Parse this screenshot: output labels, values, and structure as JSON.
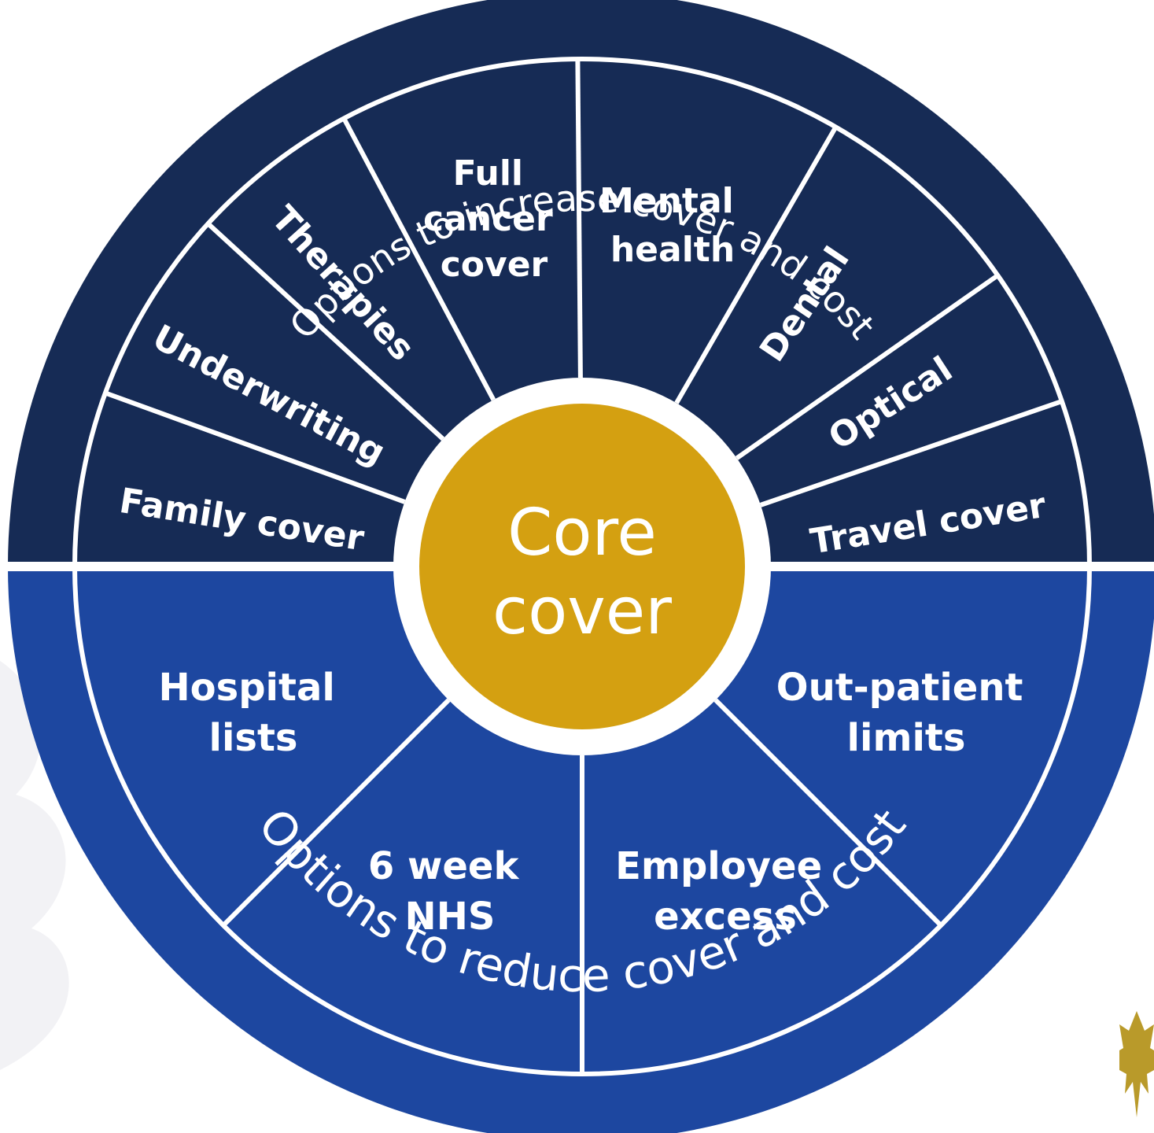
{
  "diagram": {
    "colors": {
      "top_half": "#162b55",
      "bottom_half": "#1d47a0",
      "core": "#d4a011",
      "separator": "#ffffff",
      "background_leaf": "#f1f1f4",
      "logo_leaf": "#b99a2a"
    },
    "ring_labels": {
      "top": "Options to increase cover and cost",
      "bottom": "Options to reduce cover and cost"
    },
    "core": {
      "line1": "Core",
      "line2": "cover"
    },
    "top_segments": [
      {
        "id": "family-cover",
        "lines": [
          "Family cover"
        ]
      },
      {
        "id": "underwriting",
        "lines": [
          "Underwriting"
        ]
      },
      {
        "id": "therapies",
        "lines": [
          "Therapies"
        ]
      },
      {
        "id": "full-cancer-cover",
        "lines": [
          "Full",
          "cancer",
          "cover"
        ]
      },
      {
        "id": "mental-health",
        "lines": [
          "Mental",
          "health"
        ]
      },
      {
        "id": "dental",
        "lines": [
          "Dental"
        ]
      },
      {
        "id": "optical",
        "lines": [
          "Optical"
        ]
      },
      {
        "id": "travel-cover",
        "lines": [
          "Travel cover"
        ]
      }
    ],
    "bottom_segments": [
      {
        "id": "hospital-lists",
        "lines": [
          "Hospital",
          "lists"
        ]
      },
      {
        "id": "6-week-nhs",
        "lines": [
          "6 week",
          "NHS"
        ]
      },
      {
        "id": "employee-excess",
        "lines": [
          "Employee",
          "excess"
        ]
      },
      {
        "id": "out-patient-limits",
        "lines": [
          "Out-patient",
          "limits"
        ]
      }
    ],
    "logo": {
      "icon": "maple-leaf-icon"
    }
  }
}
